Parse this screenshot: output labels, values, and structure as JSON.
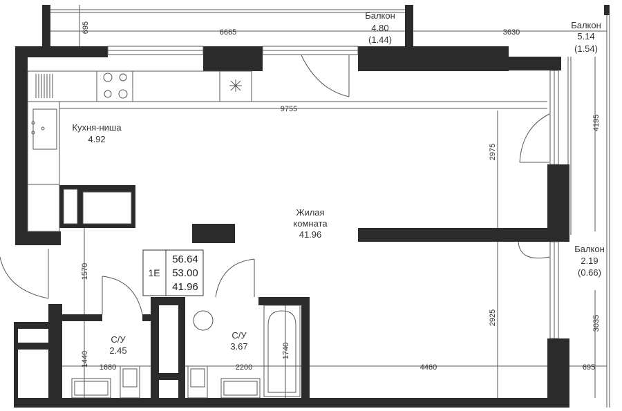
{
  "rooms": {
    "kitchen": {
      "name": "Кухня-ниша",
      "area": "4.92"
    },
    "living": {
      "name_line1": "Жилая",
      "name_line2": "комната",
      "area": "41.96"
    },
    "bath1": {
      "name": "С/У",
      "area": "2.45"
    },
    "bath2": {
      "name": "С/У",
      "area": "3.67"
    }
  },
  "balconies": {
    "top": {
      "name": "Балкон",
      "area": "4.80",
      "area_reduced": "(1.44)"
    },
    "corner": {
      "name": "Балкон",
      "area": "5.14",
      "area_reduced": "(1.54)"
    },
    "side": {
      "name": "Балкон",
      "area": "2.19",
      "area_reduced": "(0.66)"
    }
  },
  "apartment": {
    "type": "1E",
    "total_area": "56.64",
    "living_total": "53.00",
    "living_area": "41.96"
  },
  "dimensions": {
    "top_left_vertical": "695",
    "top_balcony_width": "6665",
    "corner_balcony_width": "3630",
    "corner_balcony_height": "4195",
    "interior_width": "9755",
    "living_height_upper": "2975",
    "living_height_lower": "2925",
    "hall_height": "1570",
    "bath1_height": "1440",
    "bath1_width": "1680",
    "bath2_width": "2200",
    "bath2_tub_length": "1740",
    "living_lower_width": "4460",
    "side_balcony_height": "3035",
    "side_balcony_width": "695"
  }
}
